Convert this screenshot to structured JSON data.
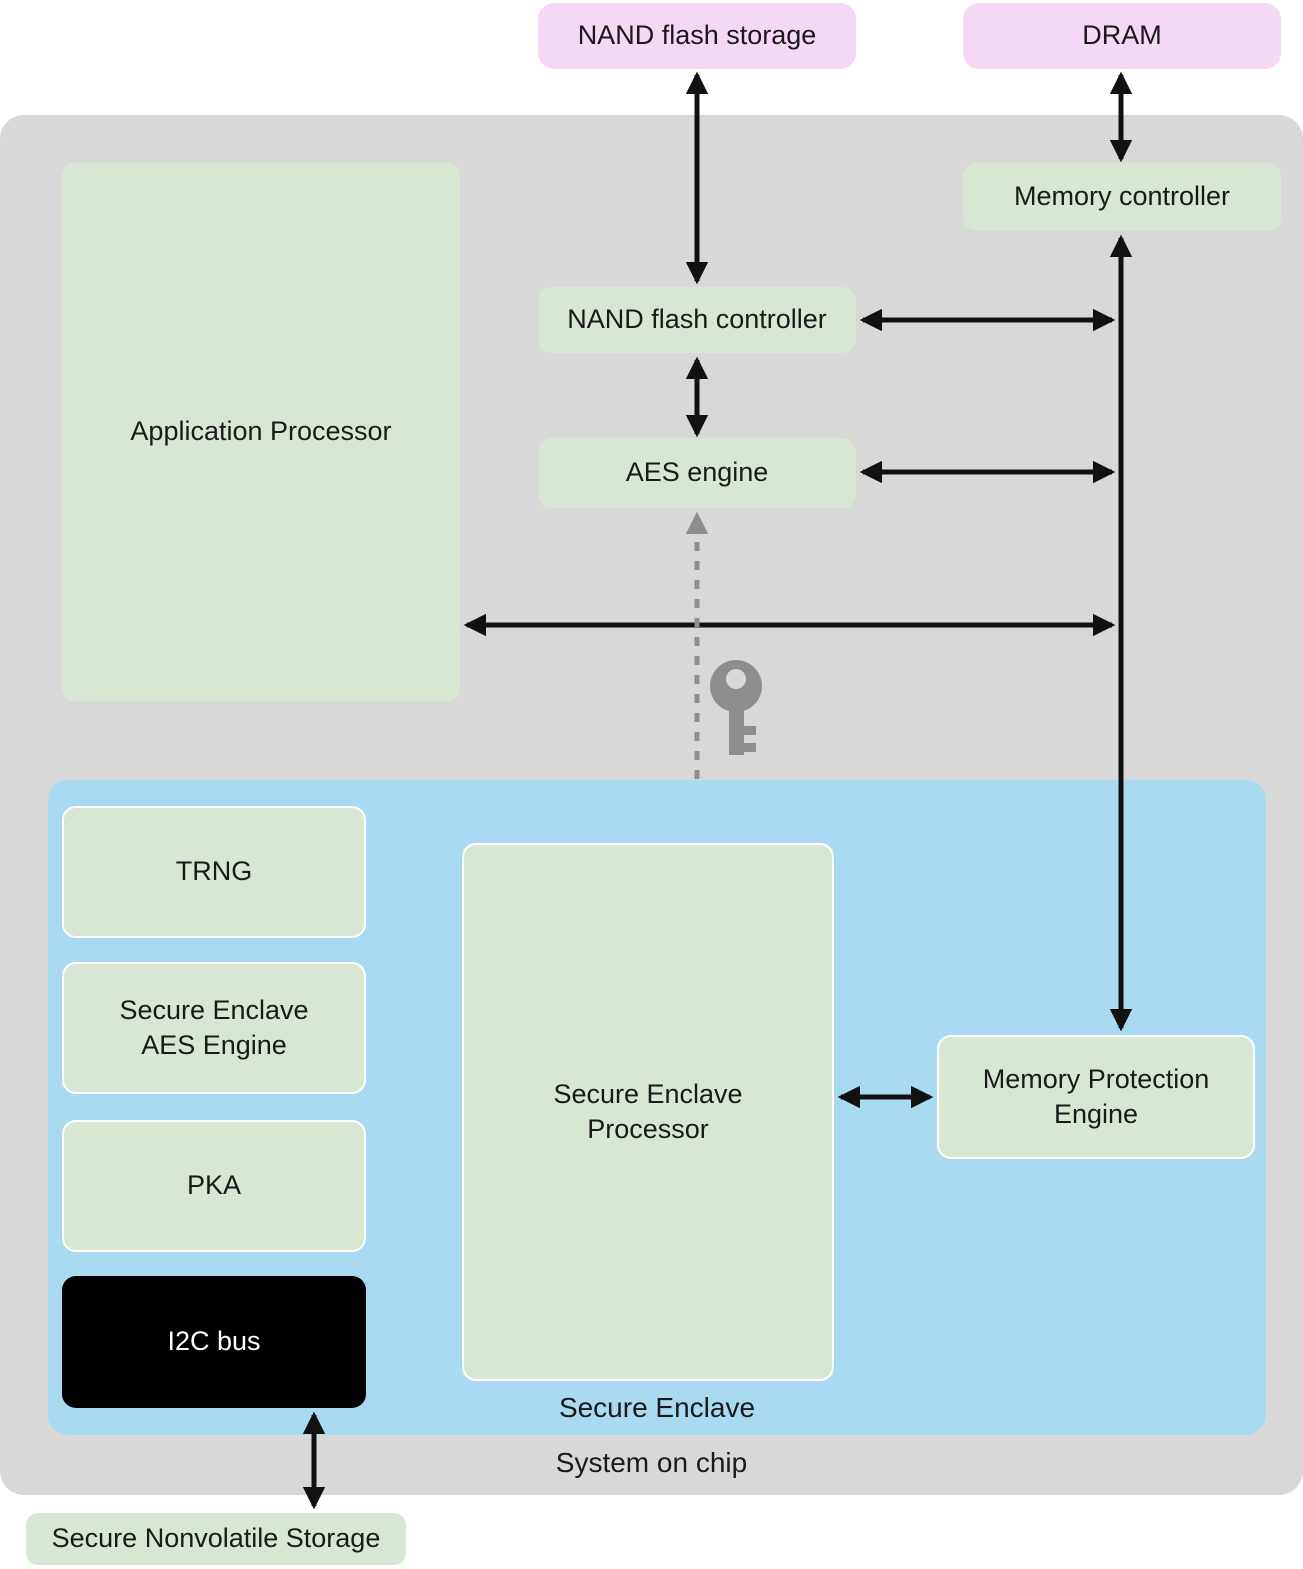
{
  "title": "Secure Enclave architecture diagram",
  "colors": {
    "external_box_bg": "#f5d8f3",
    "soc_bg": "#d8d8d8",
    "component_bg": "#d8e7d4",
    "enclave_bg": "#a9daf2",
    "i2c_bg": "#000000",
    "i2c_text": "#ffffff",
    "text": "#1a1a1a",
    "arrow": "#111111",
    "dashed": "#8e8e8e"
  },
  "nodes": {
    "nand_flash_storage": {
      "label": "NAND flash storage"
    },
    "dram": {
      "label": "DRAM"
    },
    "memory_controller": {
      "label": "Memory controller"
    },
    "nand_flash_controller": {
      "label": "NAND flash controller"
    },
    "aes_engine": {
      "label": "AES engine"
    },
    "application_processor": {
      "label": "Application Processor"
    },
    "trng": {
      "label": "TRNG"
    },
    "secure_enclave_aes_engine": {
      "label": "Secure Enclave\nAES Engine"
    },
    "pka": {
      "label": "PKA"
    },
    "i2c_bus": {
      "label": "I2C bus"
    },
    "secure_enclave_processor": {
      "label": "Secure Enclave\nProcessor"
    },
    "memory_protection_engine": {
      "label": "Memory Protection\nEngine"
    },
    "secure_nonvolatile_storage": {
      "label": "Secure Nonvolatile Storage"
    }
  },
  "regions": {
    "secure_enclave": {
      "label": "Secure Enclave"
    },
    "system_on_chip": {
      "label": "System on chip"
    }
  },
  "edges": [
    {
      "from": "nand_flash_storage",
      "to": "nand_flash_controller",
      "style": "solid",
      "arrows": "both"
    },
    {
      "from": "dram",
      "to": "memory_controller",
      "style": "solid",
      "arrows": "both"
    },
    {
      "from": "nand_flash_controller",
      "to": "aes_engine",
      "style": "solid",
      "arrows": "both"
    },
    {
      "from": "memory_controller",
      "to": "memory_protection_engine",
      "style": "solid",
      "arrows": "both"
    },
    {
      "from": "nand_flash_controller",
      "to": "memory_bus",
      "style": "solid",
      "arrows": "both"
    },
    {
      "from": "aes_engine",
      "to": "memory_bus",
      "style": "solid",
      "arrows": "both"
    },
    {
      "from": "application_processor",
      "to": "memory_bus",
      "style": "solid",
      "arrows": "both"
    },
    {
      "from": "secure_enclave_processor",
      "to": "memory_protection_engine",
      "style": "solid",
      "arrows": "both"
    },
    {
      "from": "i2c_bus",
      "to": "secure_nonvolatile_storage",
      "style": "solid",
      "arrows": "both"
    },
    {
      "from": "secure_enclave",
      "to": "aes_engine",
      "style": "dashed",
      "arrows": "end",
      "icon": "key"
    }
  ]
}
